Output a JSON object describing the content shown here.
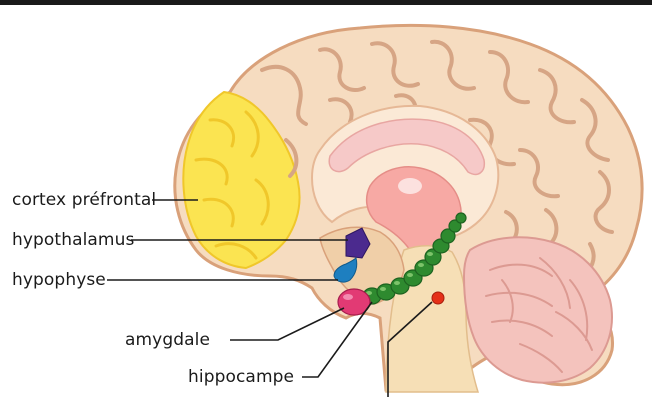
{
  "diagram": {
    "labels": {
      "cortex_prefrontal": "cortex préfrontal",
      "hypothalamus": "hypothalamus",
      "hypophyse": "hypophyse",
      "amygdale": "amygdale",
      "hippocampe": "hippocampe"
    },
    "colors": {
      "brain_fill": "#f6dcc0",
      "brain_outline": "#d9a17a",
      "gyri_lines": "#d6a585",
      "prefrontal_cortex": "#fbe451",
      "prefrontal_outline": "#f0c72a",
      "thalamus_region": "#f7a9a4",
      "corpus_callosum": "#f6c9c8",
      "hypothalamus": "#4b2a8e",
      "hypophyse": "#1e7fc0",
      "amygdale": "#e23a74",
      "hippocampe": "#2e8a2f",
      "cerebellum": "#f4c3bd",
      "red_dot": "#e53018",
      "brainstem": "#f6dfb6"
    }
  }
}
